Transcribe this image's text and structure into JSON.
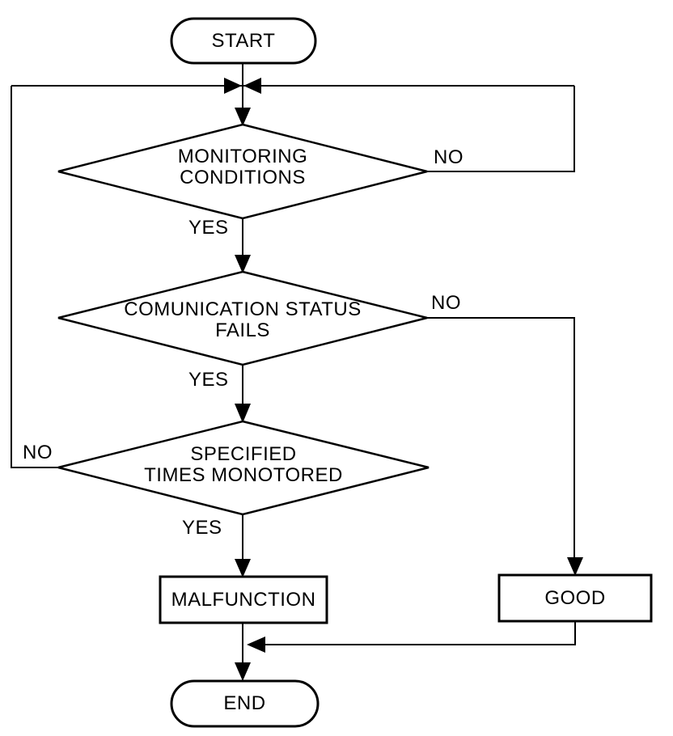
{
  "diagram": {
    "type": "flowchart",
    "colors": {
      "background": "#ffffff",
      "stroke": "#000000",
      "text": "#000000"
    },
    "nodes": {
      "start": {
        "type": "terminator",
        "label": "START"
      },
      "monitoring_conditions": {
        "type": "decision",
        "line1": "MONITORING",
        "line2": "CONDITIONS"
      },
      "communication_status": {
        "type": "decision",
        "line1": "COMUNICATION STATUS",
        "line2": "FAILS"
      },
      "specified_times": {
        "type": "decision",
        "line1": "SPECIFIED",
        "line2": "TIMES MONOTORED"
      },
      "malfunction": {
        "type": "process",
        "label": "MALFUNCTION"
      },
      "good": {
        "type": "process",
        "label": "GOOD"
      },
      "end": {
        "type": "terminator",
        "label": "END"
      }
    },
    "edges": [
      {
        "from": "start",
        "to": "monitoring_conditions",
        "label": ""
      },
      {
        "from": "monitoring_conditions",
        "to": "communication_status",
        "label": "YES"
      },
      {
        "from": "monitoring_conditions",
        "to": "start_junction",
        "label": "NO"
      },
      {
        "from": "communication_status",
        "to": "specified_times",
        "label": "YES"
      },
      {
        "from": "communication_status",
        "to": "good",
        "label": "NO"
      },
      {
        "from": "specified_times",
        "to": "malfunction",
        "label": "YES"
      },
      {
        "from": "specified_times",
        "to": "start_junction",
        "label": "NO"
      },
      {
        "from": "malfunction",
        "to": "end",
        "label": ""
      },
      {
        "from": "good",
        "to": "end",
        "label": ""
      }
    ]
  }
}
